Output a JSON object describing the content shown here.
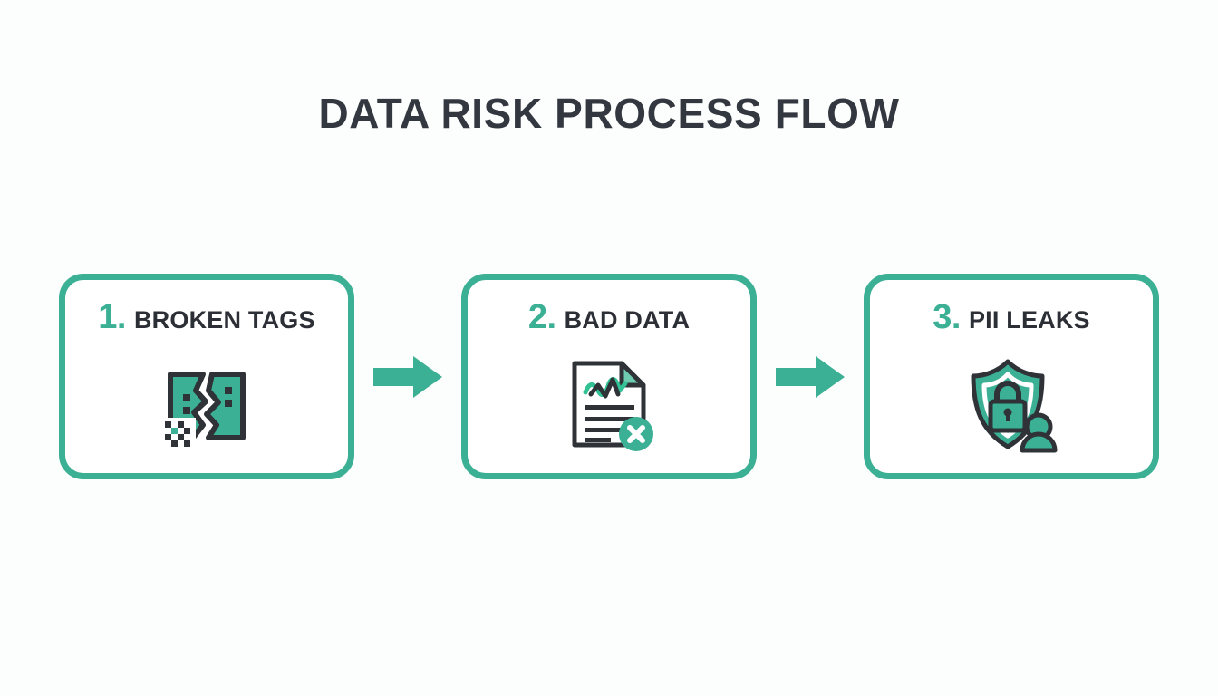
{
  "page": {
    "title": "DATA RISK PROCESS FLOW",
    "background_color": "#fcfdfd",
    "accent_color": "#3bb094",
    "text_color": "#2c2f35"
  },
  "flow": {
    "steps": [
      {
        "number": "1.",
        "label": "BROKEN TAGS",
        "icon": "broken-qr-tag-icon"
      },
      {
        "number": "2.",
        "label": "BAD DATA",
        "icon": "document-error-icon"
      },
      {
        "number": "3.",
        "label": "PII LEAKS",
        "icon": "shield-lock-person-icon"
      }
    ],
    "connectors": [
      {
        "icon": "arrow-right-icon"
      },
      {
        "icon": "arrow-right-icon"
      }
    ]
  }
}
